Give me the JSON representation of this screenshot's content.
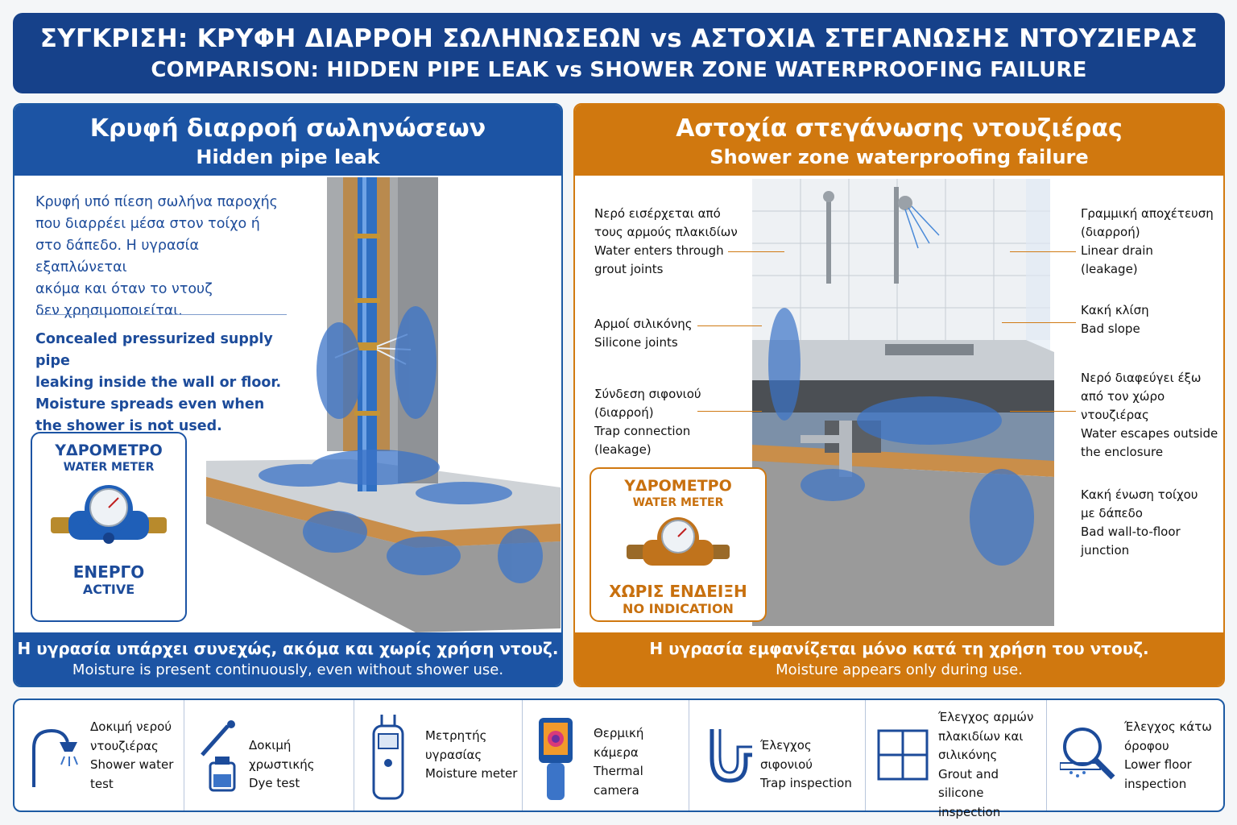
{
  "title": {
    "greek": "ΣΥΓΚΡΙΣΗ: ΚΡΥΦΗ ΔΙΑΡΡΟΗ ΣΩΛΗΝΩΣΕΩΝ vs ΑΣΤΟΧΙΑ ΣΤΕΓΑΝΩΣΗΣ ΝΤΟΥΖΙΕΡΑΣ",
    "english": "COMPARISON: HIDDEN PIPE LEAK vs SHOWER ZONE WATERPROOFING FAILURE"
  },
  "colors": {
    "blue": "#1c54a4",
    "orange": "#d0780f",
    "navy": "#16418a"
  },
  "left": {
    "heading_gr": "Κρυφή διαρροή σωληνώσεων",
    "heading_en": "Hidden pipe leak",
    "desc_gr": [
      "Κρυφή υπό πίεση σωλήνα παροχής",
      "που διαρρέει μέσα στον τοίχο ή",
      "στο δάπεδο. Η υγρασία εξαπλώνεται",
      "ακόμα και όταν το ντουζ",
      "δεν χρησιμοποιείται."
    ],
    "desc_en": [
      "Concealed pressurized supply pipe",
      "leaking inside the wall or floor.",
      "Moisture spreads even when",
      "the shower is not used."
    ],
    "meter": {
      "title_gr": "ΥΔΡΟΜΕΤΡΟ",
      "title_en": "WATER METER",
      "status_gr": "ΕΝΕΡΓΟ",
      "status_en": "ACTIVE",
      "icon": "water-meter-icon"
    },
    "footer_gr": "Η υγρασία υπάρχει συνεχώς, ακόμα και χωρίς χρήση ντουζ.",
    "footer_en": "Moisture is present continuously, even without shower use."
  },
  "right": {
    "heading_gr": "Αστοχία στεγάνωσης ντουζιέρας",
    "heading_en": "Shower zone waterproofing failure",
    "labels_left": [
      {
        "gr": [
          "Νερό εισέρχεται από",
          "τους αρμούς πλακιδίων"
        ],
        "en": [
          "Water enters through",
          "grout joints"
        ]
      },
      {
        "gr": [
          "Αρμοί σιλικόνης"
        ],
        "en": [
          "Silicone joints"
        ]
      },
      {
        "gr": [
          "Σύνδεση σιφονιού",
          "(διαρροή)"
        ],
        "en": [
          "Trap connection",
          "(leakage)"
        ]
      }
    ],
    "labels_right": [
      {
        "gr": [
          "Γραμμική αποχέτευση",
          "(διαρροή)"
        ],
        "en": [
          "Linear drain",
          "(leakage)"
        ]
      },
      {
        "gr": [
          "Κακή κλίση"
        ],
        "en": [
          "Bad slope"
        ]
      },
      {
        "gr": [
          "Νερό διαφεύγει έξω",
          "από τον χώρο ντουζιέρας"
        ],
        "en": [
          "Water escapes outside",
          "the enclosure"
        ]
      },
      {
        "gr": [
          "Κακή ένωση τοίχου",
          "με δάπεδο"
        ],
        "en": [
          "Bad wall-to-floor",
          "junction"
        ]
      }
    ],
    "meter": {
      "title_gr": "ΥΔΡΟΜΕΤΡΟ",
      "title_en": "WATER METER",
      "status_gr": "ΧΩΡΙΣ ΕΝΔΕΙΞΗ",
      "status_en": "NO INDICATION",
      "icon": "water-meter-icon"
    },
    "footer_gr": "Η υγρασία εμφανίζεται μόνο κατά τη χρήση του ντουζ.",
    "footer_en": "Moisture appears only during use."
  },
  "tools": [
    {
      "icon": "shower-head-icon",
      "lines": [
        "Δοκιμή νερού",
        "ντουζιέρας",
        "Shower water",
        "test"
      ]
    },
    {
      "icon": "dropper-icon",
      "lines": [
        "Δοκιμή χρωστικής",
        "Dye test"
      ]
    },
    {
      "icon": "moisture-meter-icon",
      "lines": [
        "Μετρητής",
        "υγρασίας",
        "Moisture meter"
      ]
    },
    {
      "icon": "thermal-camera-icon",
      "lines": [
        "Θερμική",
        "κάμερα",
        "Thermal camera"
      ]
    },
    {
      "icon": "trap-pipe-icon",
      "lines": [
        "Έλεγχος σιφονιού",
        "Trap inspection"
      ]
    },
    {
      "icon": "tile-grid-icon",
      "lines": [
        "Έλεγχος αρμών",
        "πλακιδίων και",
        "σιλικόνης",
        "Grout and silicone",
        "inspection"
      ]
    },
    {
      "icon": "magnifier-icon",
      "lines": [
        "Έλεγχος κάτω",
        "όροφου",
        "Lower floor",
        "inspection"
      ]
    }
  ]
}
